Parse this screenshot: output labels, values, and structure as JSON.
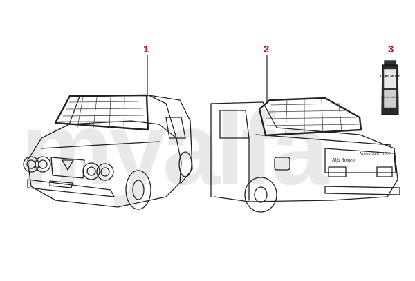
{
  "callouts": {
    "c1": "1",
    "c2": "2",
    "c3": "3"
  },
  "watermark": {
    "text": "myalfa"
  },
  "tube": {
    "brand": "LIQUI MOLY",
    "product": "Scheiben-Kleber"
  },
  "badges": {
    "rear_left": "Alfa Romeo",
    "rear_right": "Nuova Super 1600"
  },
  "colors": {
    "callout": "#b0141c",
    "watermark": "#e9e9e9",
    "line": "#222222"
  }
}
